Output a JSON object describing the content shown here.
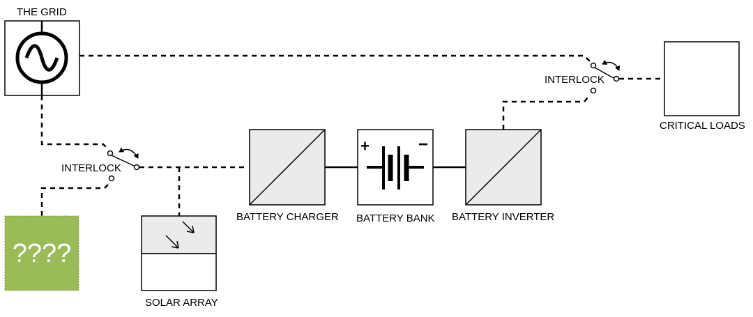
{
  "labels": {
    "grid": "THE GRID",
    "critical_loads": "CRITICAL LOADS",
    "interlock_top": "INTERLOCK",
    "interlock_bottom": "INTERLOCK",
    "unknown_source": "????",
    "solar_array": "SOLAR ARRAY",
    "battery_charger": "BATTERY CHARGER",
    "battery_bank": "BATTERY BANK",
    "battery_inverter": "BATTERY INVERTER",
    "battery_plus": "+",
    "battery_minus": "−"
  },
  "colors": {
    "unknown_source_fill": "#9bbb59",
    "converter_fill": "#ebebeb",
    "line": "#000000"
  },
  "icons": {
    "grid": "ac-sine-icon",
    "interlock": "curved-double-arrow-icon",
    "solar": "sunlight-arrows-icon",
    "battery": "battery-cells-icon"
  }
}
